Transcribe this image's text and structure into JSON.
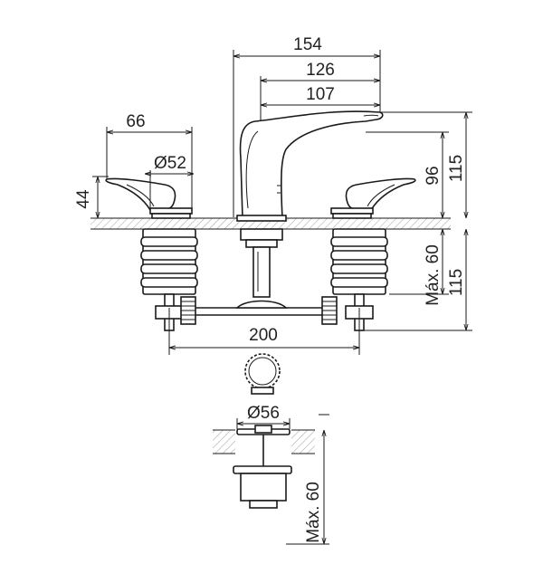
{
  "dimensions": {
    "spout_reach_total": "154",
    "spout_reach_mid": "126",
    "spout_reach_inner": "107",
    "handle_length": "66",
    "handle_diameter": "Ø52",
    "handle_height": "44",
    "spout_height_inner": "96",
    "spout_height_total": "115",
    "below_deck_max": "Máx. 60",
    "below_deck_total": "115",
    "center_spacing": "200",
    "drain_diameter": "Ø56",
    "drain_max": "Máx. 60"
  }
}
